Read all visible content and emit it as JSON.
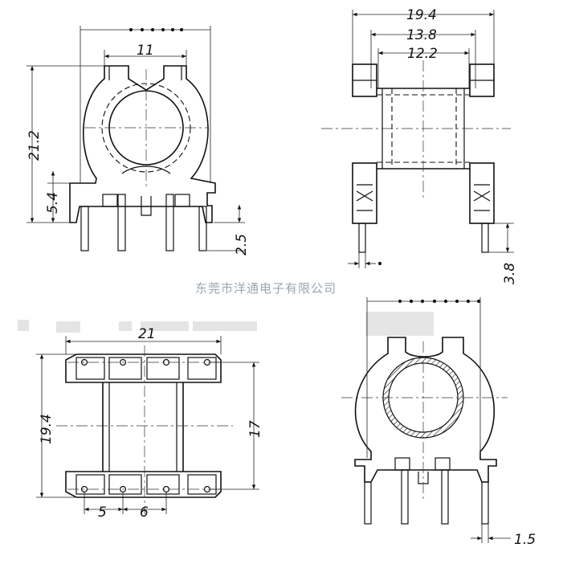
{
  "watermark": "东莞市洋通电子有限公司",
  "dimensions": {
    "front_width": "11",
    "front_height": "21.2",
    "front_pin_height": "5.4",
    "front_pin_length": "2.5",
    "side_overall": "19.4",
    "side_inner": "13.8",
    "side_core": "12.2",
    "side_pin_length": "3.8",
    "bottom_width": "21",
    "bottom_height": "19.4",
    "bottom_inner": "17",
    "bottom_pitch_a": "5",
    "bottom_pitch_b": "6",
    "back_pin_width": "1.5"
  }
}
